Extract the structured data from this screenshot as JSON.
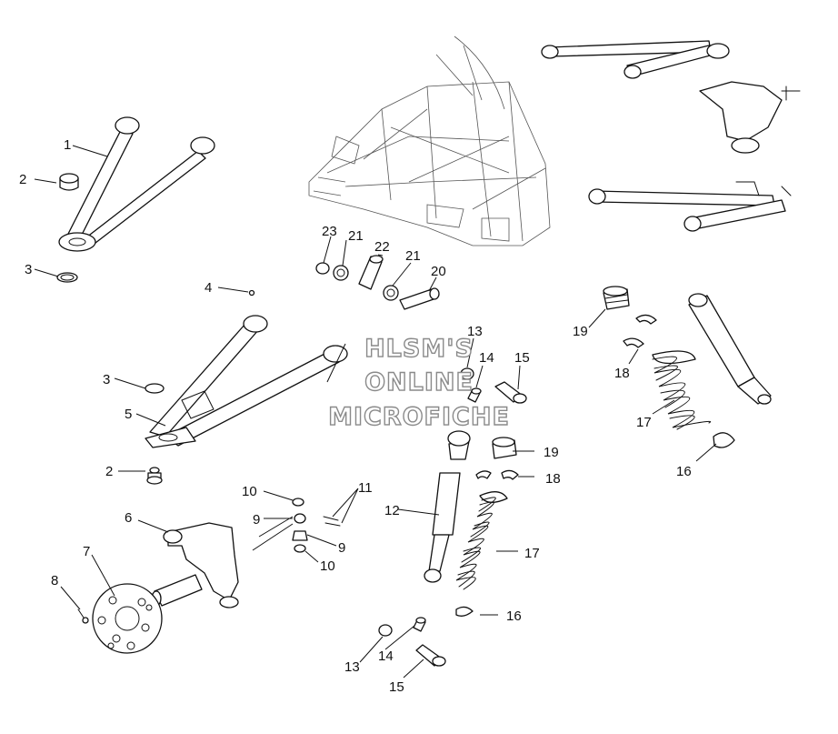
{
  "watermark": {
    "line1": "HLSM'S",
    "line2": "ONLINE",
    "line3": "MICROFICHE"
  },
  "callouts": {
    "c1": "1",
    "c2a": "2",
    "c3a": "3",
    "c4": "4",
    "c23": "23",
    "c21a": "21",
    "c22": "22",
    "c21b": "21",
    "c20": "20",
    "c13a": "13",
    "c14a": "14",
    "c15a": "15",
    "c19a": "19",
    "c18a": "18",
    "c17a": "17",
    "c16a": "16",
    "c3b": "3",
    "c5": "5",
    "c2b": "2",
    "c10a": "10",
    "c11": "11",
    "c9a": "9",
    "c9b": "9",
    "c10b": "10",
    "c6": "6",
    "c7": "7",
    "c8": "8",
    "c12": "12",
    "c19b": "19",
    "c18b": "18",
    "c17b": "17",
    "c16b": "16",
    "c13b": "13",
    "c14b": "14",
    "c15b": "15"
  }
}
